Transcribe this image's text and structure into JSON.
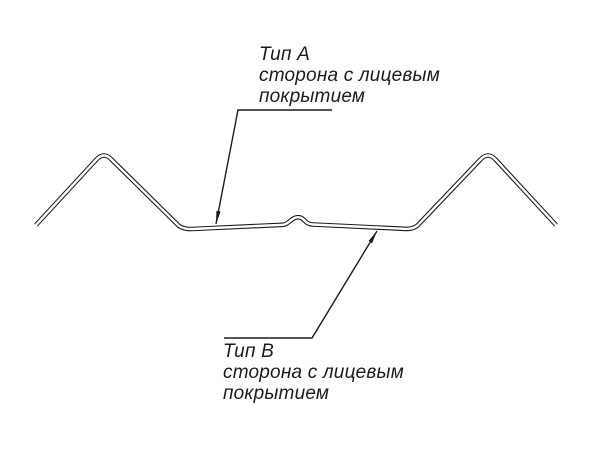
{
  "diagram": {
    "ink": "#1b1b1b",
    "paper": "#ffffff",
    "top_callout": {
      "title": "Тип А",
      "line2": "сторона с лицевым",
      "line3": "покрытием"
    },
    "bottom_callout": {
      "title": "Тип В",
      "line2": "сторона с лицевым",
      "line3": "покрытием"
    }
  }
}
